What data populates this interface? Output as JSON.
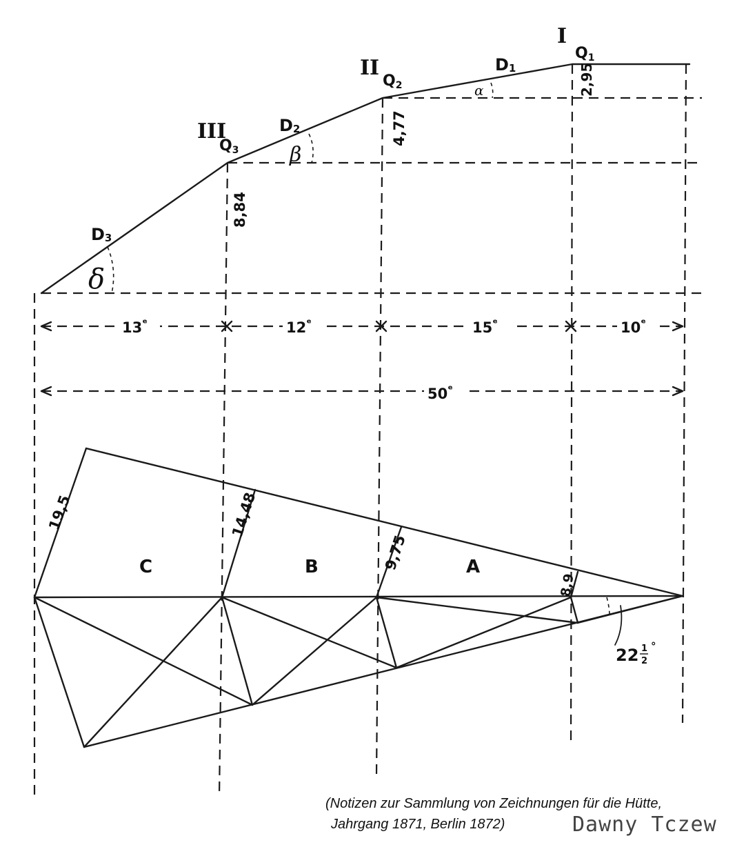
{
  "top": {
    "points": [
      {
        "roman": "I",
        "label": "Q1",
        "main": "Q",
        "sub": "1"
      },
      {
        "roman": "II",
        "label": "Q2",
        "main": "Q",
        "sub": "2"
      },
      {
        "roman": "III",
        "label": "Q3",
        "main": "Q",
        "sub": "3"
      }
    ],
    "diagonals": [
      {
        "label": "D1",
        "main": "D",
        "sub": "1"
      },
      {
        "label": "D2",
        "main": "D",
        "sub": "2"
      },
      {
        "label": "D3",
        "main": "D",
        "sub": "3"
      }
    ],
    "angles": {
      "alpha": "α",
      "beta": "β",
      "delta": "δ"
    },
    "heights": [
      "2,95",
      "4,77",
      "8,84"
    ],
    "segments": [
      "13",
      "12",
      "15",
      "10"
    ],
    "segment_unit": "ᵉ",
    "total": "50"
  },
  "bottom": {
    "sides": [
      "19,5",
      "14,48",
      "9,75",
      "8,9"
    ],
    "areas": [
      "C",
      "B",
      "A"
    ],
    "angle": {
      "whole": "22",
      "num": "1",
      "den": "2",
      "unit": "°"
    }
  },
  "caption": {
    "line1": "(Notizen zur Sammlung von Zeichnungen für die Hütte,",
    "line2": "Jahrgang 1871, Berlin 1872)"
  },
  "watermark": "Dawny Tczew"
}
